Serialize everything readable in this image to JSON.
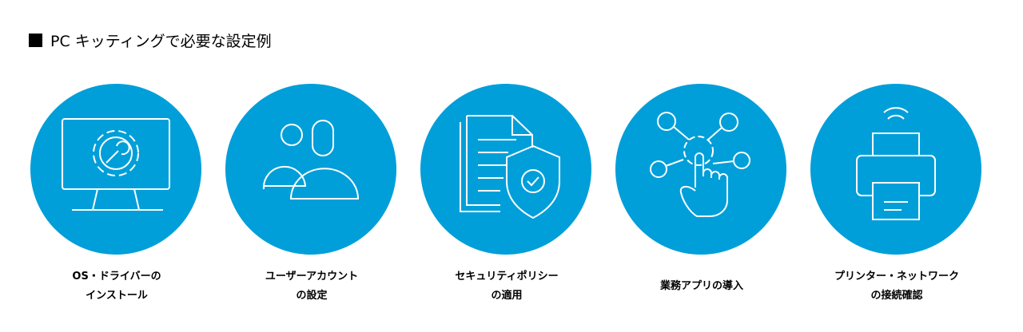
{
  "title": "PC キッティングで必要な設定例",
  "accent_color": "#009fd9",
  "items": [
    {
      "icon": "monitor-gear-icon",
      "line1": "OS・ドライバーの",
      "line2": "インストール"
    },
    {
      "icon": "users-icon",
      "line1": "ユーザーアカウント",
      "line2": "の設定"
    },
    {
      "icon": "document-shield-icon",
      "line1": "セキュリティポリシー",
      "line2": "の適用"
    },
    {
      "icon": "hand-gear-network-icon",
      "line1": "業務アプリの導入",
      "line2": ""
    },
    {
      "icon": "wireless-printer-icon",
      "line1": "プリンター・ネットワーク",
      "line2": "の接続確認"
    }
  ]
}
